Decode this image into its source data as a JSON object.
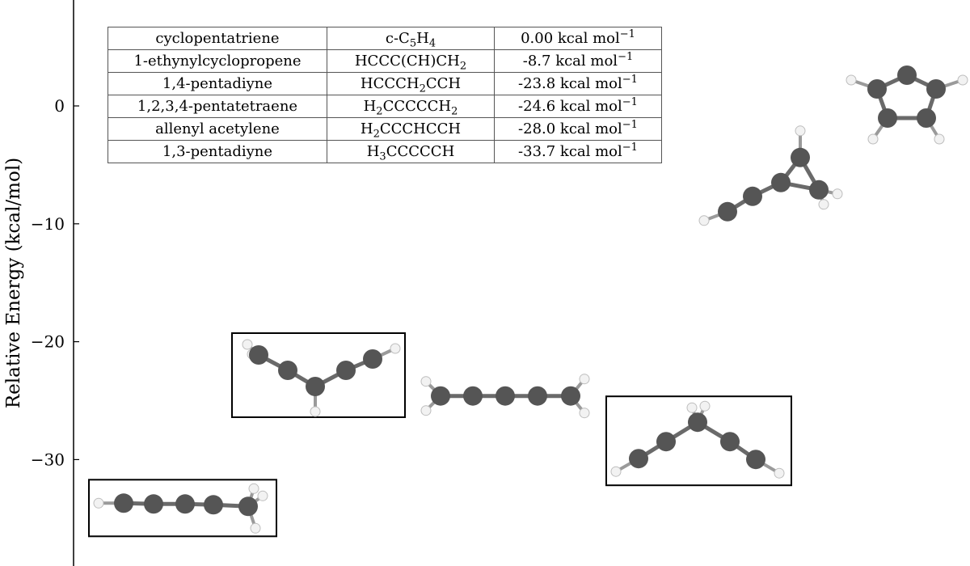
{
  "chart_data": {
    "type": "scatter",
    "ylabel": "Relative Energy (kcal/mol)",
    "ylim": [
      -38,
      9
    ],
    "y_ticks": [
      0,
      -10,
      -20,
      -30
    ],
    "y_tick_labels": [
      "0",
      "−10",
      "−20",
      "−30"
    ],
    "grid": false,
    "legend": "table top-left",
    "points": [
      {
        "species": "cyclopentatriene",
        "y": 0.0,
        "boxed": false
      },
      {
        "species": "1-ethynylcyclopropene",
        "y": -8.7,
        "boxed": false
      },
      {
        "species": "1,4-pentadiyne",
        "y": -23.8,
        "boxed": true
      },
      {
        "species": "1,2,3,4-pentatetraene",
        "y": -24.6,
        "boxed": false
      },
      {
        "species": "allenyl acetylene",
        "y": -28.0,
        "boxed": true
      },
      {
        "species": "1,3-pentadiyne",
        "y": -33.7,
        "boxed": true
      }
    ]
  },
  "table": {
    "rows": [
      {
        "name": "cyclopentatriene",
        "formula": [
          [
            "c-C"
          ],
          [
            "5",
            "sub"
          ],
          [
            "H"
          ],
          [
            "4",
            "sub"
          ]
        ],
        "energy": [
          [
            "0.00 kcal mol"
          ],
          [
            "−1",
            "sup"
          ]
        ]
      },
      {
        "name": "1-ethynylcyclopropene",
        "formula": [
          [
            "HCCC(CH)CH"
          ],
          [
            "2",
            "sub"
          ]
        ],
        "energy": [
          [
            "-8.7 kcal mol"
          ],
          [
            "−1",
            "sup"
          ]
        ]
      },
      {
        "name": "1,4-pentadiyne",
        "formula": [
          [
            "HCCCH"
          ],
          [
            "2",
            "sub"
          ],
          [
            "CCH"
          ]
        ],
        "energy": [
          [
            "-23.8 kcal mol"
          ],
          [
            "−1",
            "sup"
          ]
        ]
      },
      {
        "name": "1,2,3,4-pentatetraene",
        "formula": [
          [
            "H"
          ],
          [
            "2",
            "sub"
          ],
          [
            "CCCCCH"
          ],
          [
            "2",
            "sub"
          ]
        ],
        "energy": [
          [
            "-24.6 kcal mol"
          ],
          [
            "−1",
            "sup"
          ]
        ]
      },
      {
        "name": "allenyl acetylene",
        "formula": [
          [
            "H"
          ],
          [
            "2",
            "sub"
          ],
          [
            "CCCHCCH"
          ]
        ],
        "energy": [
          [
            "-28.0 kcal mol"
          ],
          [
            "−1",
            "sup"
          ]
        ]
      },
      {
        "name": "1,3-pentadiyne",
        "formula": [
          [
            "H"
          ],
          [
            "3",
            "sub"
          ],
          [
            "CCCCCH"
          ]
        ],
        "energy": [
          [
            "-33.7 kcal mol"
          ],
          [
            "−1",
            "sup"
          ]
        ]
      }
    ]
  },
  "colors": {
    "carbon": "#555555",
    "hydrogen": "#f2f2f2",
    "axis": "#000000"
  }
}
